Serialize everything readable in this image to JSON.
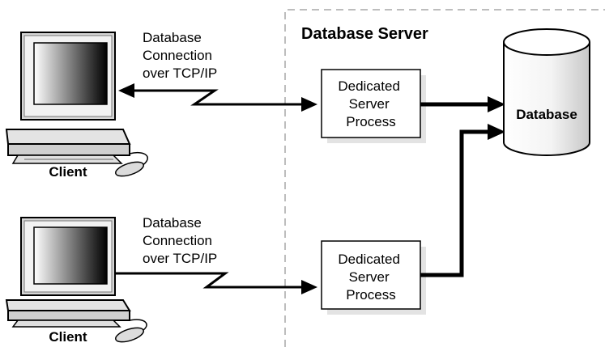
{
  "server_region": {
    "title": "Database Server"
  },
  "clients": [
    {
      "label": "Client",
      "connection_lines": [
        "Database",
        "Connection",
        "over TCP/IP"
      ]
    },
    {
      "label": "Client",
      "connection_lines": [
        "Database",
        "Connection",
        "over TCP/IP"
      ]
    }
  ],
  "server_processes": [
    {
      "lines": [
        "Dedicated",
        "Server",
        "Process"
      ]
    },
    {
      "lines": [
        "Dedicated",
        "Server",
        "Process"
      ]
    }
  ],
  "database": {
    "label": "Database"
  }
}
